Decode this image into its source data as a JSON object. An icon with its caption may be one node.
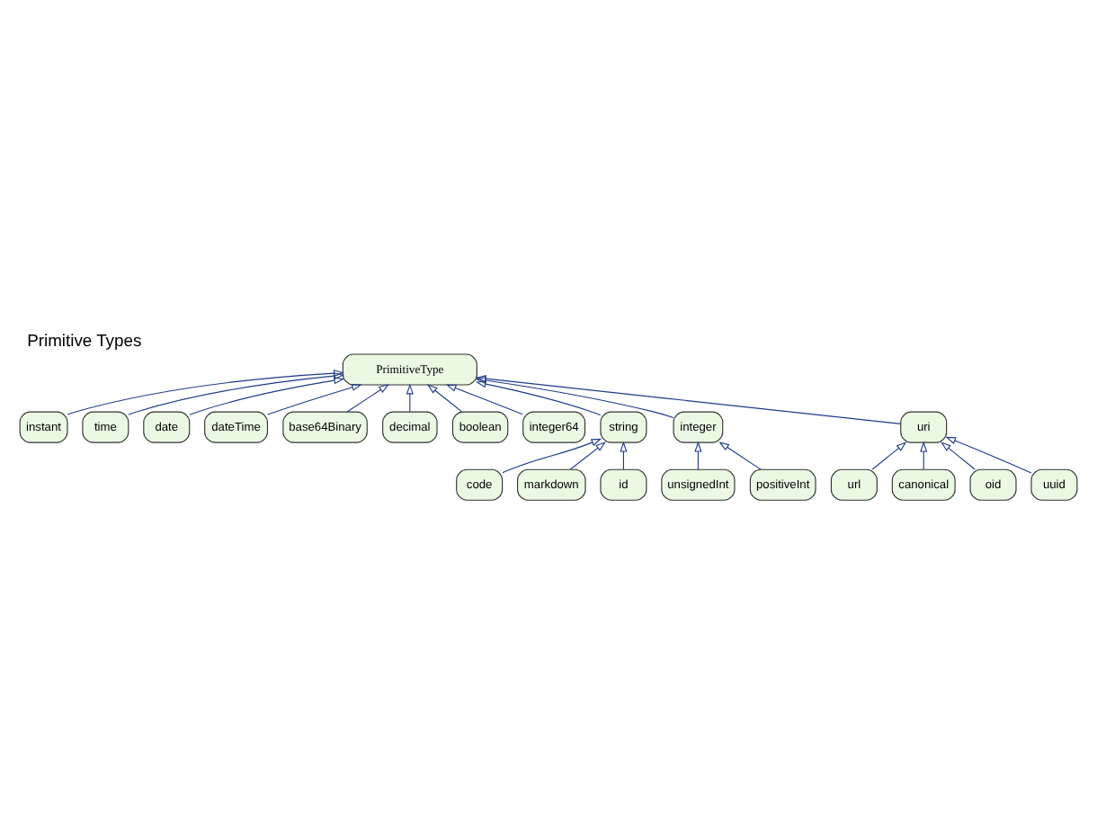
{
  "diagram": {
    "title": "Primitive Types",
    "nodes": [
      {
        "text": [
          "instant"
        ]
      },
      {
        "text": [
          "time"
        ]
      },
      {
        "text": [
          "date"
        ]
      },
      {
        "text": [
          "dateTime"
        ]
      },
      {
        "text": [
          "base64Binary"
        ]
      },
      {
        "text": [
          "decimal"
        ]
      },
      {
        "text": [
          "PrimitiveType"
        ]
      },
      {
        "text": [
          "boolean"
        ]
      },
      {
        "text": [
          "url"
        ]
      },
      {
        "text": [
          "integer64"
        ]
      },
      {
        "text": [
          "code"
        ]
      },
      {
        "text": [
          "string"
        ]
      },
      {
        "text": [
          "integer"
        ]
      },
      {
        "text": [
          "uri"
        ]
      },
      {
        "text": [
          "canonical"
        ]
      },
      {
        "text": [
          "markdown"
        ]
      },
      {
        "text": [
          "id"
        ]
      },
      {
        "text": [
          "oid"
        ]
      },
      {
        "text": [
          "uuid"
        ]
      },
      {
        "text": [
          "unsignedInt"
        ]
      },
      {
        "text": [
          "positiveInt"
        ]
      }
    ],
    "edges": [
      {
        "from": 0,
        "to": 6,
        "arrow": "to"
      },
      {
        "from": 1,
        "to": 6,
        "arrow": "to"
      },
      {
        "from": 2,
        "to": 6,
        "arrow": "to"
      },
      {
        "from": 3,
        "to": 6,
        "arrow": "to"
      },
      {
        "from": 4,
        "to": 6,
        "arrow": "to"
      },
      {
        "from": 5,
        "to": 6,
        "arrow": "to"
      },
      {
        "from": 9,
        "to": 6,
        "arrow": "to"
      },
      {
        "from": 7,
        "to": 6,
        "arrow": "to"
      },
      {
        "from": 11,
        "to": 6,
        "arrow": "to"
      },
      {
        "from": 12,
        "to": 6,
        "arrow": "to"
      },
      {
        "from": 13,
        "to": 6,
        "arrow": "to"
      },
      {
        "from": 10,
        "to": 11,
        "arrow": "to"
      },
      {
        "from": 15,
        "to": 11,
        "arrow": "to"
      },
      {
        "from": 16,
        "to": 11,
        "arrow": "to"
      },
      {
        "from": 8,
        "to": 13,
        "arrow": "to"
      },
      {
        "from": 14,
        "to": 13,
        "arrow": "to"
      },
      {
        "from": 17,
        "to": 13,
        "arrow": "to"
      },
      {
        "from": 18,
        "to": 13,
        "arrow": "to"
      },
      {
        "from": 19,
        "to": 12,
        "arrow": "to"
      },
      {
        "from": 20,
        "to": 12,
        "arrow": "to"
      }
    ]
  }
}
